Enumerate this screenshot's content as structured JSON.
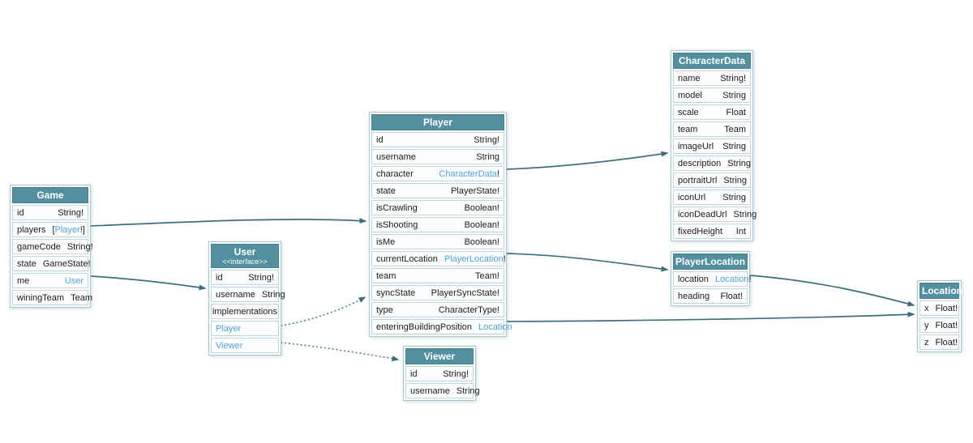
{
  "colors": {
    "header_bg": "#52909f",
    "header_border": "#44808f",
    "row_border": "#bdd4de",
    "link": "#4fa3d7",
    "edge": "#3e6e7e",
    "edge_dotted": "#5d8496"
  },
  "diagram": {
    "entities": [
      {
        "key": "game",
        "title": "Game",
        "stereotype": null,
        "rows": [
          {
            "name": "id",
            "type": [
              [
                "String!",
                0
              ]
            ]
          },
          {
            "name": "players",
            "type": [
              [
                "[",
                0
              ],
              [
                "Player",
                1
              ],
              [
                "!",
                0
              ],
              [
                "]",
                0
              ]
            ]
          },
          {
            "name": "gameCode",
            "type": [
              [
                "String!",
                0
              ]
            ]
          },
          {
            "name": "state",
            "type": [
              [
                "GameState!",
                0
              ]
            ]
          },
          {
            "name": "me",
            "type": [
              [
                "User",
                1
              ]
            ]
          },
          {
            "name": "winingTeam",
            "type": [
              [
                "Team",
                0
              ]
            ]
          }
        ]
      },
      {
        "key": "user",
        "title": "User",
        "stereotype": "<<interface>>",
        "rows": [
          {
            "name": "id",
            "type": [
              [
                "String!",
                0
              ]
            ]
          },
          {
            "name": "username",
            "type": [
              [
                "String",
                0
              ]
            ]
          },
          {
            "name": "implementations",
            "center": true,
            "type": []
          },
          {
            "name": "Player",
            "nameLink": true,
            "type": []
          },
          {
            "name": "Viewer",
            "nameLink": true,
            "type": []
          }
        ]
      },
      {
        "key": "player",
        "title": "Player",
        "stereotype": null,
        "rows": [
          {
            "name": "id",
            "type": [
              [
                "String!",
                0
              ]
            ]
          },
          {
            "name": "username",
            "type": [
              [
                "String",
                0
              ]
            ]
          },
          {
            "name": "character",
            "type": [
              [
                "CharacterData",
                1
              ],
              [
                "!",
                0
              ]
            ]
          },
          {
            "name": "state",
            "type": [
              [
                "PlayerState!",
                0
              ]
            ]
          },
          {
            "name": "isCrawling",
            "type": [
              [
                "Boolean!",
                0
              ]
            ]
          },
          {
            "name": "isShooting",
            "type": [
              [
                "Boolean!",
                0
              ]
            ]
          },
          {
            "name": "isMe",
            "type": [
              [
                "Boolean!",
                0
              ]
            ]
          },
          {
            "name": "currentLocation",
            "type": [
              [
                "PlayerLocation",
                1
              ],
              [
                "!",
                0
              ]
            ]
          },
          {
            "name": "team",
            "type": [
              [
                "Team!",
                0
              ]
            ]
          },
          {
            "name": "syncState",
            "type": [
              [
                "PlayerSyncState!",
                0
              ]
            ]
          },
          {
            "name": "type",
            "type": [
              [
                "CharacterType!",
                0
              ]
            ]
          },
          {
            "name": "enteringBuildingPosition",
            "type": [
              [
                "Location",
                1
              ]
            ]
          }
        ]
      },
      {
        "key": "viewer",
        "title": "Viewer",
        "stereotype": null,
        "rows": [
          {
            "name": "id",
            "type": [
              [
                "String!",
                0
              ]
            ]
          },
          {
            "name": "username",
            "type": [
              [
                "String",
                0
              ]
            ]
          }
        ]
      },
      {
        "key": "characterdata",
        "title": "CharacterData",
        "stereotype": null,
        "rows": [
          {
            "name": "name",
            "type": [
              [
                "String!",
                0
              ]
            ]
          },
          {
            "name": "model",
            "type": [
              [
                "String",
                0
              ]
            ]
          },
          {
            "name": "scale",
            "type": [
              [
                "Float",
                0
              ]
            ]
          },
          {
            "name": "team",
            "type": [
              [
                "Team",
                0
              ]
            ]
          },
          {
            "name": "imageUrl",
            "type": [
              [
                "String",
                0
              ]
            ]
          },
          {
            "name": "description",
            "type": [
              [
                "String",
                0
              ]
            ]
          },
          {
            "name": "portraitUrl",
            "type": [
              [
                "String",
                0
              ]
            ]
          },
          {
            "name": "iconUrl",
            "type": [
              [
                "String",
                0
              ]
            ]
          },
          {
            "name": "iconDeadUrl",
            "type": [
              [
                "String",
                0
              ]
            ]
          },
          {
            "name": "fixedHeight",
            "type": [
              [
                "Int",
                0
              ]
            ]
          }
        ]
      },
      {
        "key": "playerlocation",
        "title": "PlayerLocation",
        "stereotype": null,
        "rows": [
          {
            "name": "location",
            "type": [
              [
                "Location",
                1
              ],
              [
                "!",
                0
              ]
            ]
          },
          {
            "name": "heading",
            "type": [
              [
                "Float!",
                0
              ]
            ]
          }
        ]
      },
      {
        "key": "location",
        "title": "Location",
        "stereotype": null,
        "rows": [
          {
            "name": "x",
            "type": [
              [
                "Float!",
                0
              ]
            ]
          },
          {
            "name": "y",
            "type": [
              [
                "Float!",
                0
              ]
            ]
          },
          {
            "name": "z",
            "type": [
              [
                "Float!",
                0
              ]
            ]
          }
        ]
      }
    ],
    "edges": [
      {
        "id": "game-players",
        "from": "Game.players",
        "to": "Player",
        "style": "solid"
      },
      {
        "id": "game-me",
        "from": "Game.me",
        "to": "User",
        "style": "solid"
      },
      {
        "id": "player-character",
        "from": "Player.character",
        "to": "CharacterData",
        "style": "solid"
      },
      {
        "id": "player-currentLocation",
        "from": "Player.currentLocation",
        "to": "PlayerLocation",
        "style": "solid"
      },
      {
        "id": "player-enteringBuildingPosition",
        "from": "Player.enteringBuildingPosition",
        "to": "Location",
        "style": "solid"
      },
      {
        "id": "playerLocation-location",
        "from": "PlayerLocation.location",
        "to": "Location",
        "style": "solid"
      },
      {
        "id": "user-impl-player",
        "from": "User.Player",
        "to": "Player",
        "style": "dotted"
      },
      {
        "id": "user-impl-viewer",
        "from": "User.Viewer",
        "to": "Viewer",
        "style": "dotted"
      }
    ]
  }
}
